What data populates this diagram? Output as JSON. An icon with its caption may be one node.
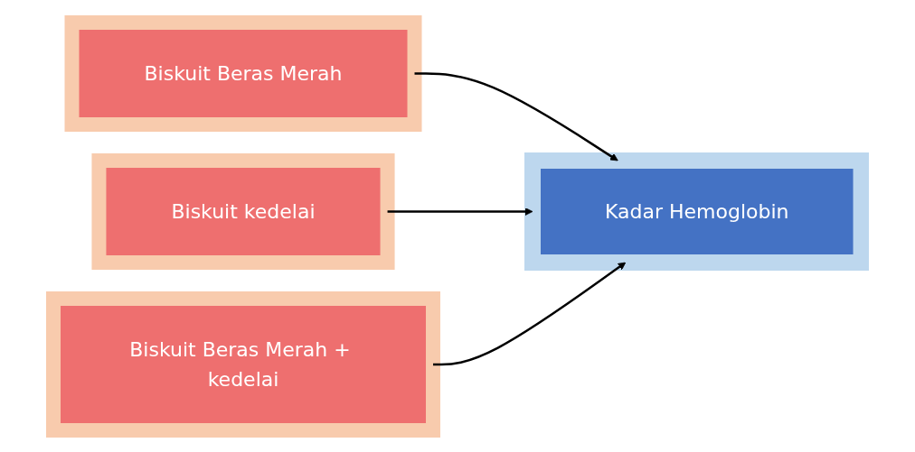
{
  "diagram": {
    "nodes": [
      {
        "text": [
          "Biskuit Beras Merah"
        ]
      },
      {
        "text": [
          "Biskuit kedelai"
        ]
      },
      {
        "text": [
          "Biskuit Beras Merah + kedelai"
        ]
      },
      {
        "text": [
          "Kadar Hemoglobin"
        ]
      }
    ],
    "edges": [
      {
        "from": 0,
        "to": 3,
        "arrow": "to"
      },
      {
        "from": 1,
        "to": 3,
        "arrow": "to"
      },
      {
        "from": 2,
        "to": 3,
        "arrow": "to"
      }
    ]
  }
}
